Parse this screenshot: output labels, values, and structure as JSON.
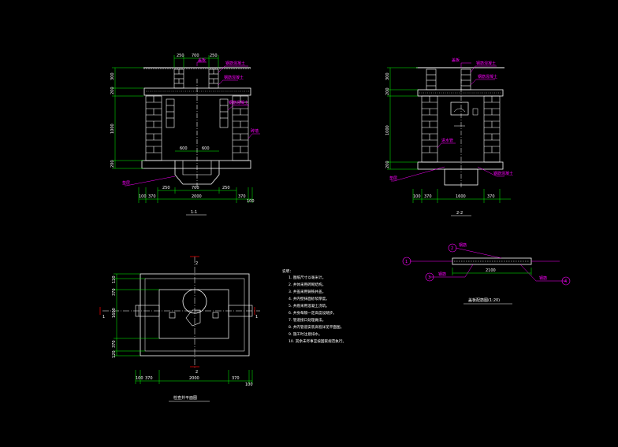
{
  "drawing": {
    "background": "#000000",
    "colors": {
      "wall": "#ffffff",
      "dim": "#00ff00",
      "label": "#ff00ff",
      "text": "#ffffff",
      "centerline": "#ff0000"
    },
    "section_1": {
      "caption": "1-1",
      "top_dims": [
        "250",
        "700",
        "250"
      ],
      "bottom_dims_row1": [
        "250",
        "700",
        "250"
      ],
      "bottom_dims_row2": [
        "100",
        "370",
        "2000",
        "370",
        "100"
      ],
      "left_dims": [
        "300",
        "200",
        "1000",
        "200"
      ],
      "bottom_inner_dims": [
        "600",
        "600"
      ],
      "labels": [
        "盖板",
        "钢筋混凝土",
        "钢筋混凝土",
        "钢筋混凝土",
        "砖墙",
        "垫层"
      ]
    },
    "section_2": {
      "caption": "2-2",
      "bottom_dims": [
        "100",
        "370",
        "1600",
        "370"
      ],
      "left_dims": [
        "300",
        "200",
        "1000",
        "200"
      ],
      "labels": [
        "盖板",
        "钢筋混凝土",
        "钢筋混凝土",
        "进水管",
        "垫层",
        "钢筋混凝土"
      ]
    },
    "plan": {
      "caption": "检查井平面图",
      "axis_top": "2",
      "axis_bottom": "2",
      "axis_left": "1",
      "axis_right": "1",
      "bottom_dims": [
        "100",
        "370",
        "2000",
        "370",
        "100"
      ],
      "left_dims": [
        "120",
        "370",
        "1600",
        "370",
        "120"
      ]
    },
    "notes": {
      "title": "说明：",
      "items": [
        "1. 图纸尺寸以毫米计。",
        "2. 井体采用砖砌结构。",
        "3. 井盖采用铸铁井盖。",
        "4. 井内壁抹面砂浆厚度。",
        "5. 井底采用混凝土浇筑。",
        "6. 井身每隔一定高度设踏步。",
        "7. 管道接口处理做法。",
        "8. 井内管道安装高程详见平面图。",
        "9. 施工时注意排水。",
        "10. 其余未尽事宜按国家规范执行。"
      ]
    },
    "detail": {
      "caption": "盖板配筋图(1:20)",
      "markers": [
        "1",
        "2",
        "3",
        "4"
      ],
      "labels": [
        "钢筋",
        "钢筋",
        "钢筋"
      ],
      "dim": "2100"
    }
  }
}
